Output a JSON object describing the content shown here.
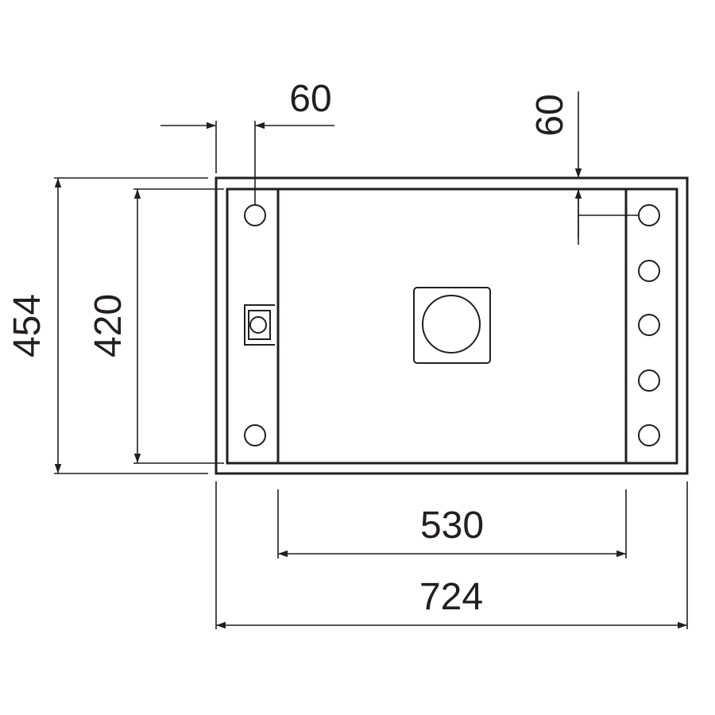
{
  "colors": {
    "stroke": "#231f20",
    "background": "#ffffff"
  },
  "dimensions": {
    "top_left_offset": "60",
    "top_right_offset": "60",
    "outer_height": "454",
    "inner_height": "420",
    "bowl_width": "530",
    "outer_width": "724"
  },
  "icons": {
    "arrowhead": "arrowhead-icon",
    "tap_hole": "tap-hole-icon",
    "drain": "drain-icon",
    "overflow": "overflow-icon"
  }
}
